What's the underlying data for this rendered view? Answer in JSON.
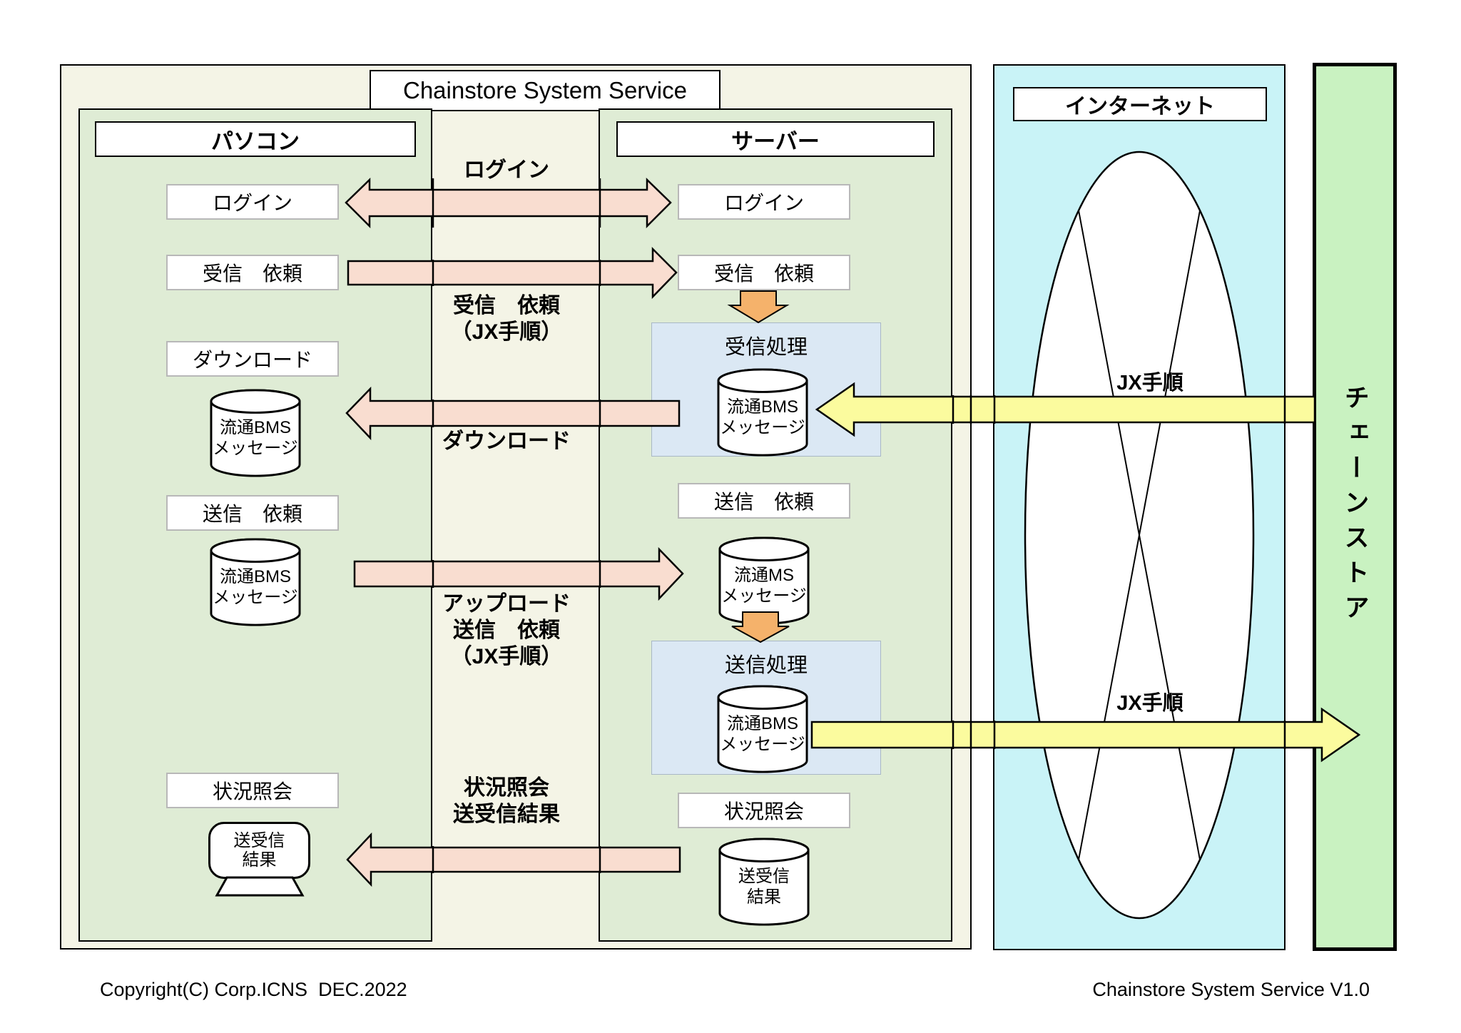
{
  "diagram": {
    "title": "Chainstore System Service",
    "footer_left": "Copyright(C) Corp.ICNS  DEC.2022",
    "footer_right": "Chainstore System Service V1.0",
    "pc": {
      "title": "パソコン",
      "boxes": {
        "login": "ログイン",
        "receive_request": "受信　依頼",
        "download": "ダウンロード",
        "send_request": "送信　依頼",
        "status_inquiry": "状況照会"
      },
      "cylinder_download": "流通BMS\nメッセージ",
      "cylinder_upload": "流通BMS\nメッセージ",
      "monitor": "送受信\n結果"
    },
    "server": {
      "title": "サーバー",
      "boxes": {
        "login": "ログイン",
        "receive_request": "受信　依頼",
        "send_request": "送信　依頼",
        "status_inquiry": "状況照会"
      },
      "process_receive": "受信処理",
      "process_send": "送信処理",
      "cylinder_receive": "流通BMS\nメッセージ",
      "cylinder_send_request": "流通MS\nメッセージ",
      "cylinder_send": "流通BMS\nメッセージ",
      "cylinder_result": "送受信\n結果"
    },
    "internet": {
      "title": "インターネット",
      "jx_top": "JX手順",
      "jx_bottom": "JX手順"
    },
    "chainstore": {
      "title": "チェーンストア"
    },
    "flow_labels": {
      "login": "ログイン",
      "receive_request": "受信　依頼\n（JX手順）",
      "download": "ダウンロード",
      "upload": "アップロード\n送信　依頼\n（JX手順）",
      "status": "状況照会\n送受信結果"
    },
    "colors": {
      "outer_bg": "#f4f4e6",
      "column_bg": "#dfecd5",
      "process_bg": "#dbe8f4",
      "internet_bg": "#c9f3f7",
      "chainstore_bg": "#c9f2c1",
      "arrow_pink": "#f9ddd0",
      "arrow_orange": "#f5b26b",
      "arrow_yellow": "#fbfb9e"
    }
  }
}
